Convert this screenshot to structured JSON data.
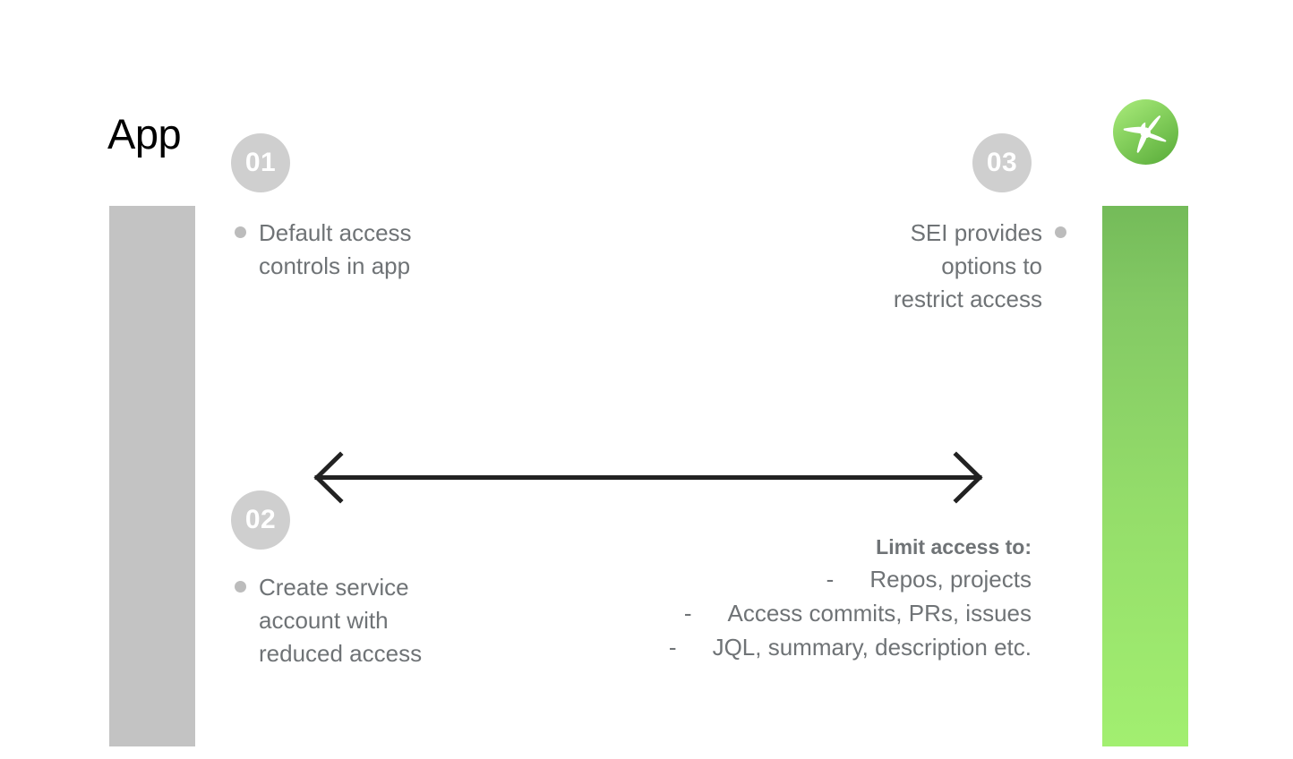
{
  "page": {
    "title": "App"
  },
  "bars": {
    "left_bar_color": "#c3c3c3",
    "right_bar_gradient_top": "#74bb59",
    "right_bar_gradient_bottom": "#a2ef70"
  },
  "steps": [
    {
      "number": "01",
      "text": "Default access\ncontrols in app",
      "align": "left"
    },
    {
      "number": "02",
      "text": "Create service\naccount with\nreduced access",
      "align": "left"
    },
    {
      "number": "03",
      "text": "SEI provides\noptions to\nrestrict access",
      "align": "right"
    }
  ],
  "arrow": {
    "direction": "double",
    "color": "#222222"
  },
  "limit_access": {
    "heading": "Limit access to:",
    "dash": "-",
    "items": [
      "Repos, projects",
      "Access commits, PRs, issues",
      "JQL, summary, description etc."
    ]
  },
  "logo": {
    "name": "propeller-logo",
    "circle_top_color": "#9ee06e",
    "circle_bottom_color": "#5fb23e",
    "blade_color": "#ffffff"
  },
  "colors": {
    "badge_bg": "#cfcfcf",
    "badge_text": "#ffffff",
    "body_text": "#6f7376",
    "title_text": "#000000",
    "bullet_dot": "#bcbcbc"
  }
}
